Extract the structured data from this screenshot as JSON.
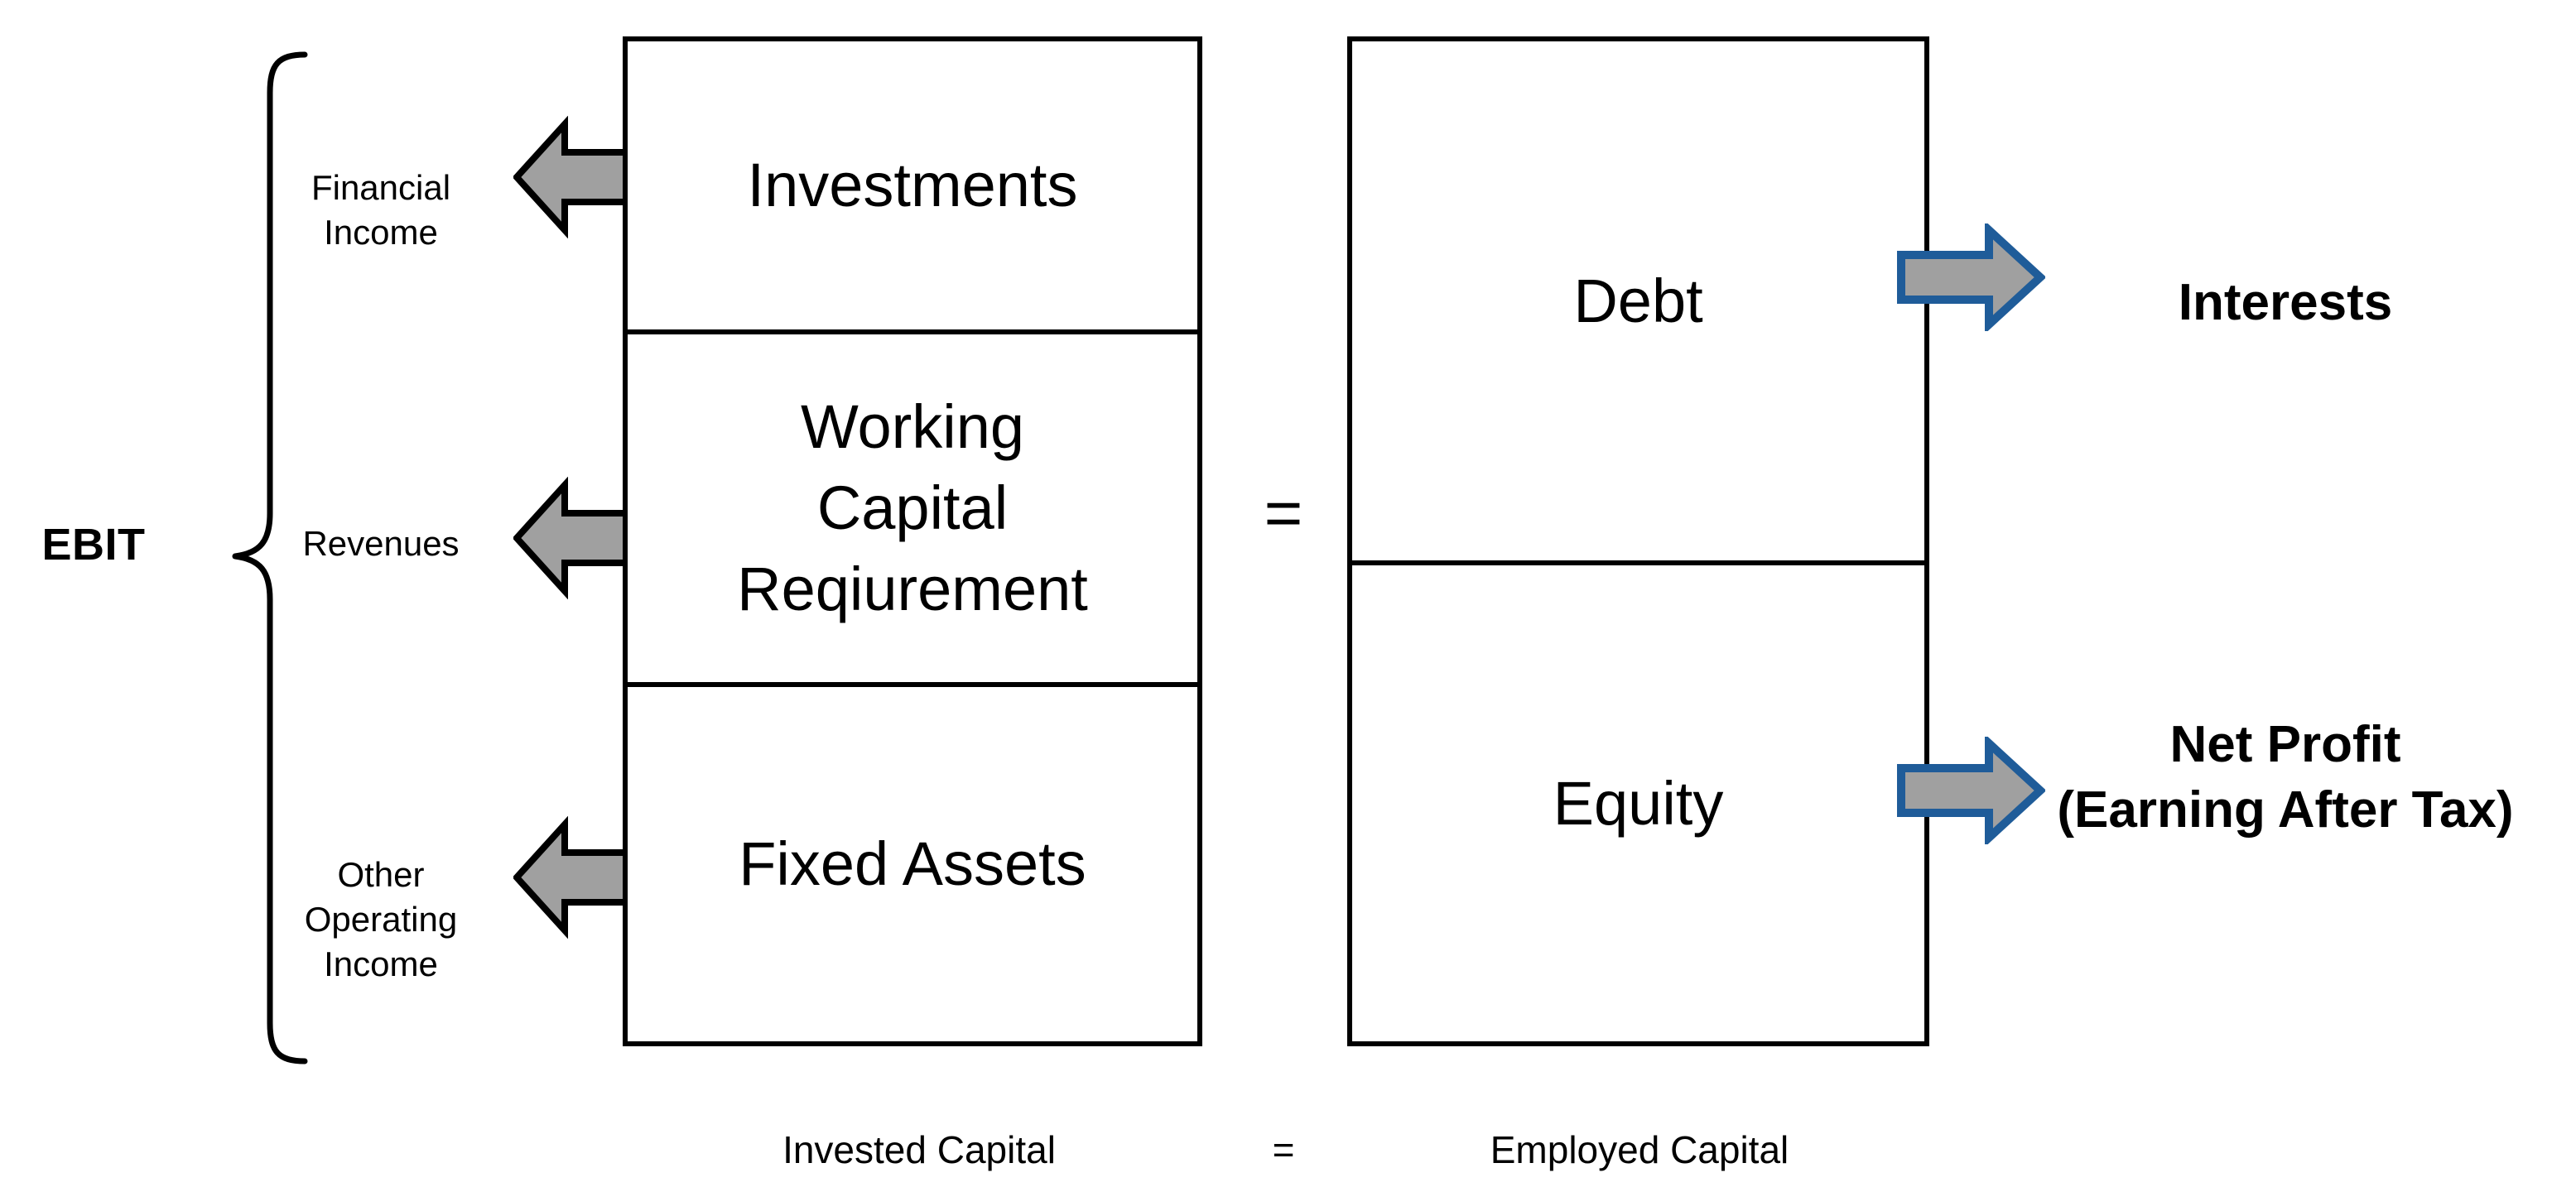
{
  "diagram": {
    "title_semantic": "invested-capital-equals-employed-capital",
    "ebit_label": "EBIT",
    "equals_middle": "=",
    "colors": {
      "arrow_gray_fill": "#A0A0A0",
      "arrow_black_outline": "#000000",
      "arrow_blue_outline": "#1F5C99",
      "box_outline": "#000000",
      "background": "#FFFFFF",
      "text": "#000000"
    },
    "left_side_labels": [
      {
        "id": "financial-income",
        "text": "Financial\nIncome"
      },
      {
        "id": "revenues",
        "text": "Revenues"
      },
      {
        "id": "other-operating-income",
        "text": "Other\nOperating\nIncome"
      }
    ],
    "left_stack": {
      "name": "Invested Capital",
      "segments": [
        {
          "id": "investments",
          "label": "Investments"
        },
        {
          "id": "working-capital-requirement",
          "label": "Working\nCapital\nReqiurement"
        },
        {
          "id": "fixed-assets",
          "label": "Fixed Assets"
        }
      ]
    },
    "right_stack": {
      "name": "Employed Capital",
      "segments": [
        {
          "id": "debt",
          "label": "Debt"
        },
        {
          "id": "equity",
          "label": "Equity"
        }
      ]
    },
    "right_side_labels": [
      {
        "id": "interests",
        "text": "Interests"
      },
      {
        "id": "net-profit",
        "text": "Net Profit\n(Earning After Tax)"
      }
    ],
    "captions": {
      "left": "Invested Capital",
      "equals": "=",
      "right": "Employed Capital"
    },
    "icons": {
      "arrow_left_financial": "arrow-left-icon",
      "arrow_left_revenues": "arrow-left-icon",
      "arrow_left_other": "arrow-left-icon",
      "arrow_right_interests": "arrow-right-icon",
      "arrow_right_netprofit": "arrow-right-icon",
      "brace": "curly-brace-icon"
    }
  }
}
